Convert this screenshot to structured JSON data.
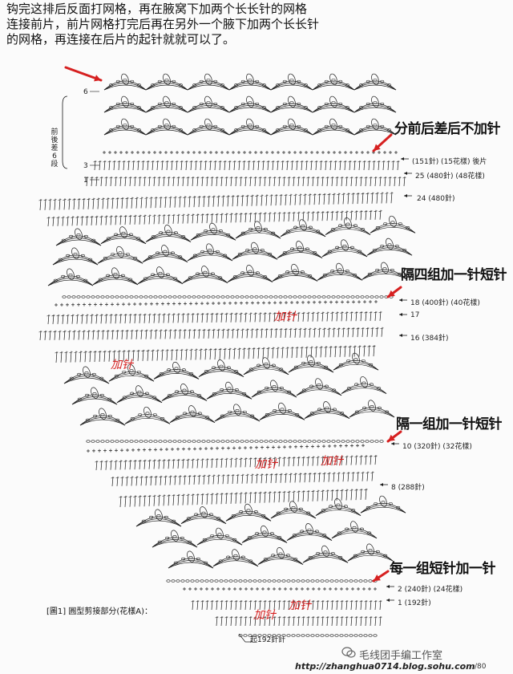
{
  "header": {
    "line1": "钩完这排后反面打网格，再在腋窝下加两个长长针的网格",
    "line2": "连接前片，前片网格打完后再在另外一个腋下加两个长长针",
    "line3": "的网格，再连接在后片的起针就就可以了。"
  },
  "annotations": [
    {
      "text": "分前后差后不加针"
    },
    {
      "text": "隔四组加一针短针"
    },
    {
      "text": "隔一组加一针短针"
    },
    {
      "text": "每一组短针加一针"
    }
  ],
  "red_labels": [
    {
      "text": "加针"
    },
    {
      "text": "加针"
    },
    {
      "text": "加针"
    },
    {
      "text": "加针"
    },
    {
      "text": "加针"
    },
    {
      "text": "加针"
    }
  ],
  "row_labels": [
    {
      "text": "(151針) (15花樣) 後片"
    },
    {
      "text": "25 (480針) (48花樣)"
    },
    {
      "text": "24 (480針)"
    },
    {
      "text": "18 (400針) (40花樣)"
    },
    {
      "text": "17"
    },
    {
      "text": "16 (384針)"
    },
    {
      "text": "10 (320針) (32花樣)"
    },
    {
      "text": "8 (288針)"
    },
    {
      "text": "2 (240針) (24花樣)"
    },
    {
      "text": "1 (192針)"
    }
  ],
  "left_numbers": [
    {
      "text": "6"
    },
    {
      "text": "3"
    },
    {
      "text": "1"
    }
  ],
  "side_note": "前後差6段",
  "caption": "[圖1] 圓型剪接部分(花樣A)：",
  "bottom_note": "起192針計",
  "watermark": "毛线团手编工作室",
  "url": "http://zhanghua0714.blog.sohu.com",
  "url_page": "/80"
}
